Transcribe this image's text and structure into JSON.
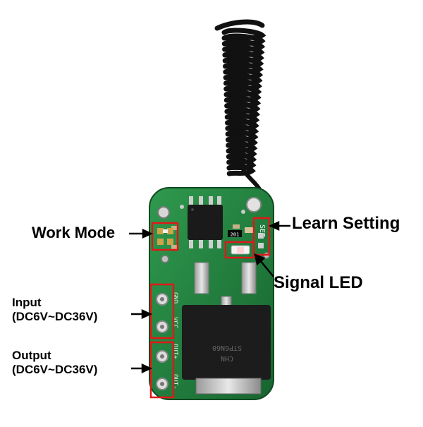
{
  "labels": {
    "work_mode": "Work Mode",
    "learn_setting": "Learn Setting",
    "signal_led": "Signal LED",
    "input_title": "Input",
    "input_range": "(DC6V~DC36V)",
    "output_title": "Output",
    "output_range": "(DC6V~DC36V)"
  },
  "board": {
    "pin_gnd": "GND",
    "pin_vcc": "VCC",
    "pin_out_plus": "OUT+",
    "pin_out_minus": "OUT-",
    "set_label": "SET",
    "resistor_code": "201",
    "chip_marking": "STP6N60",
    "chip_marking_2": "CHN"
  },
  "colors": {
    "pcb": "#1f7a3a",
    "annotation": "#e01818",
    "antenna": "#111111"
  }
}
